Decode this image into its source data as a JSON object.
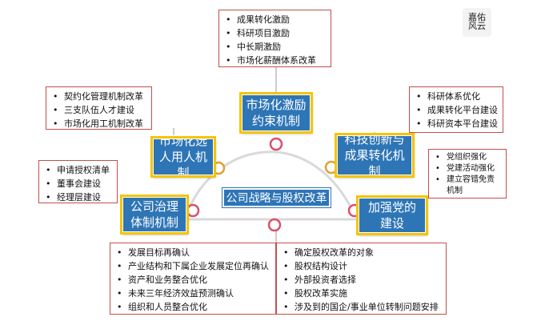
{
  "logo": {
    "line1": "嘉佑",
    "line2": "风云"
  },
  "center": {
    "label": "公司战略与股权改革"
  },
  "nodes": {
    "incentive": {
      "label": "市场化激励约束机制"
    },
    "hiring": {
      "label": "市场化选人用人机制"
    },
    "tech": {
      "label": "科技创新与成果转化机制"
    },
    "governance": {
      "label": "公司治理体制机制"
    },
    "party": {
      "label": "加强党的建设"
    }
  },
  "lists": {
    "incentive": [
      "成果转化激励",
      "科研项目激励",
      "中长期激励",
      "市场化薪酬体系改革"
    ],
    "hiring": [
      "契约化管理机制改革",
      "三支队伍人才建设",
      "市场化用工机制改革"
    ],
    "tech": [
      "科研体系优化",
      "成果转化平台建设",
      "科研资本平台建设"
    ],
    "governance": [
      "申请授权清单",
      "董事会建设",
      "经理层建设"
    ],
    "party": [
      "党组织强化",
      "党建活动强化",
      "建立容错免责机制"
    ],
    "strategy": [
      "发展目标再确认",
      "产业结构和下属企业发展定位再确认",
      "资产和业务整合优化",
      "未来三年经济效益预测确认",
      "组织和人员整合优化"
    ],
    "equity": [
      "确定股权改革的对象",
      "股权结构设计",
      "外部投资者选择",
      "股权改革实施",
      "涉及到的国企/事业单位转制问题安排"
    ]
  }
}
